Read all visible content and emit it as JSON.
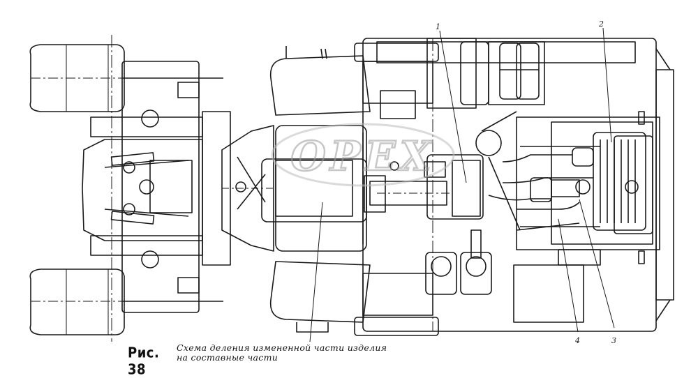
{
  "figure": {
    "label": "Рис. 38",
    "caption_line1": "Схема деления измененной части изделия",
    "caption_line2": "на составные части"
  },
  "callouts": [
    "1",
    "2",
    "3",
    "4"
  ],
  "watermark": {
    "text": "OPEX",
    "color": "#c8c8c8"
  },
  "colors": {
    "ink": "#1a1a1a",
    "paper": "#ffffff"
  }
}
